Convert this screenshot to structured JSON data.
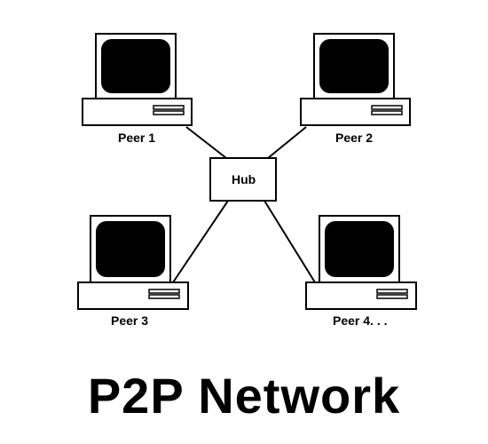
{
  "diagram": {
    "hub": {
      "label": "Hub"
    },
    "peers": [
      {
        "label": "Peer 1"
      },
      {
        "label": "Peer 2"
      },
      {
        "label": "Peer 3"
      },
      {
        "label": "Peer 4. . ."
      }
    ],
    "title": "P2P Network"
  }
}
